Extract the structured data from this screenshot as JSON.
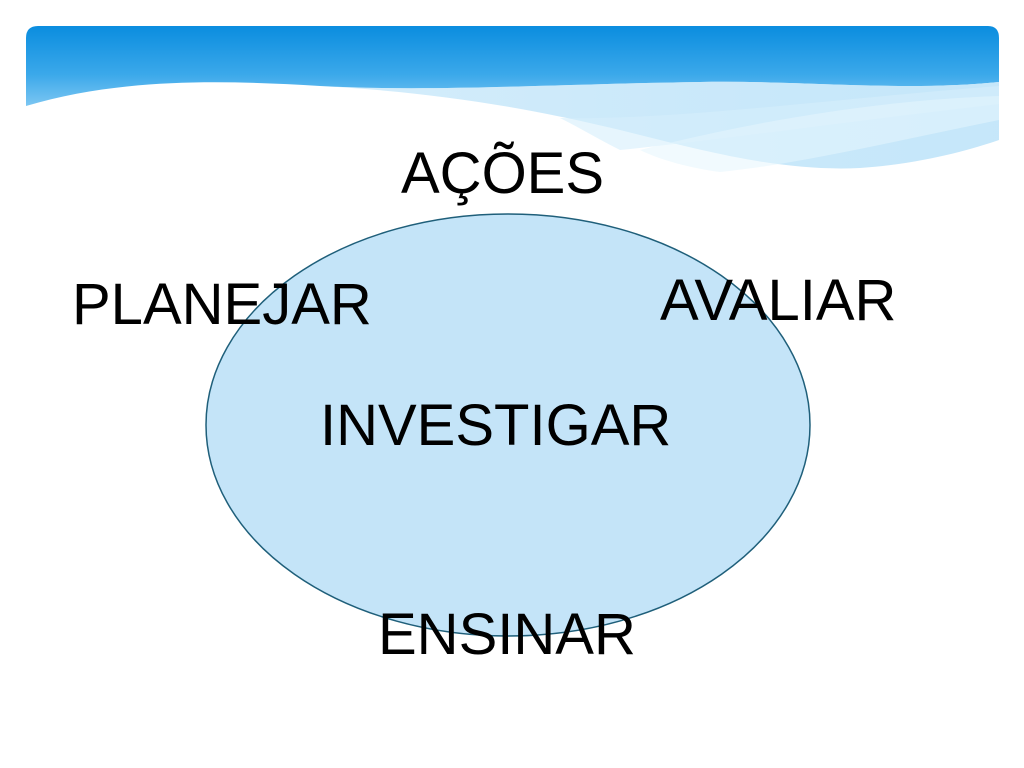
{
  "theme": {
    "header_colors": [
      "#0b8fe0",
      "#5cb8ef",
      "#8fd0f5",
      "#d6eefb"
    ],
    "ellipse_fill": "#c4e4f8",
    "ellipse_stroke": "#1f5f7a",
    "text_color": "#000000"
  },
  "diagram": {
    "top_label": "AÇÕES",
    "left_label": "PLANEJAR",
    "right_label": "AVALIAR",
    "center_label": "INVESTIGAR",
    "bottom_label": "ENSINAR"
  }
}
